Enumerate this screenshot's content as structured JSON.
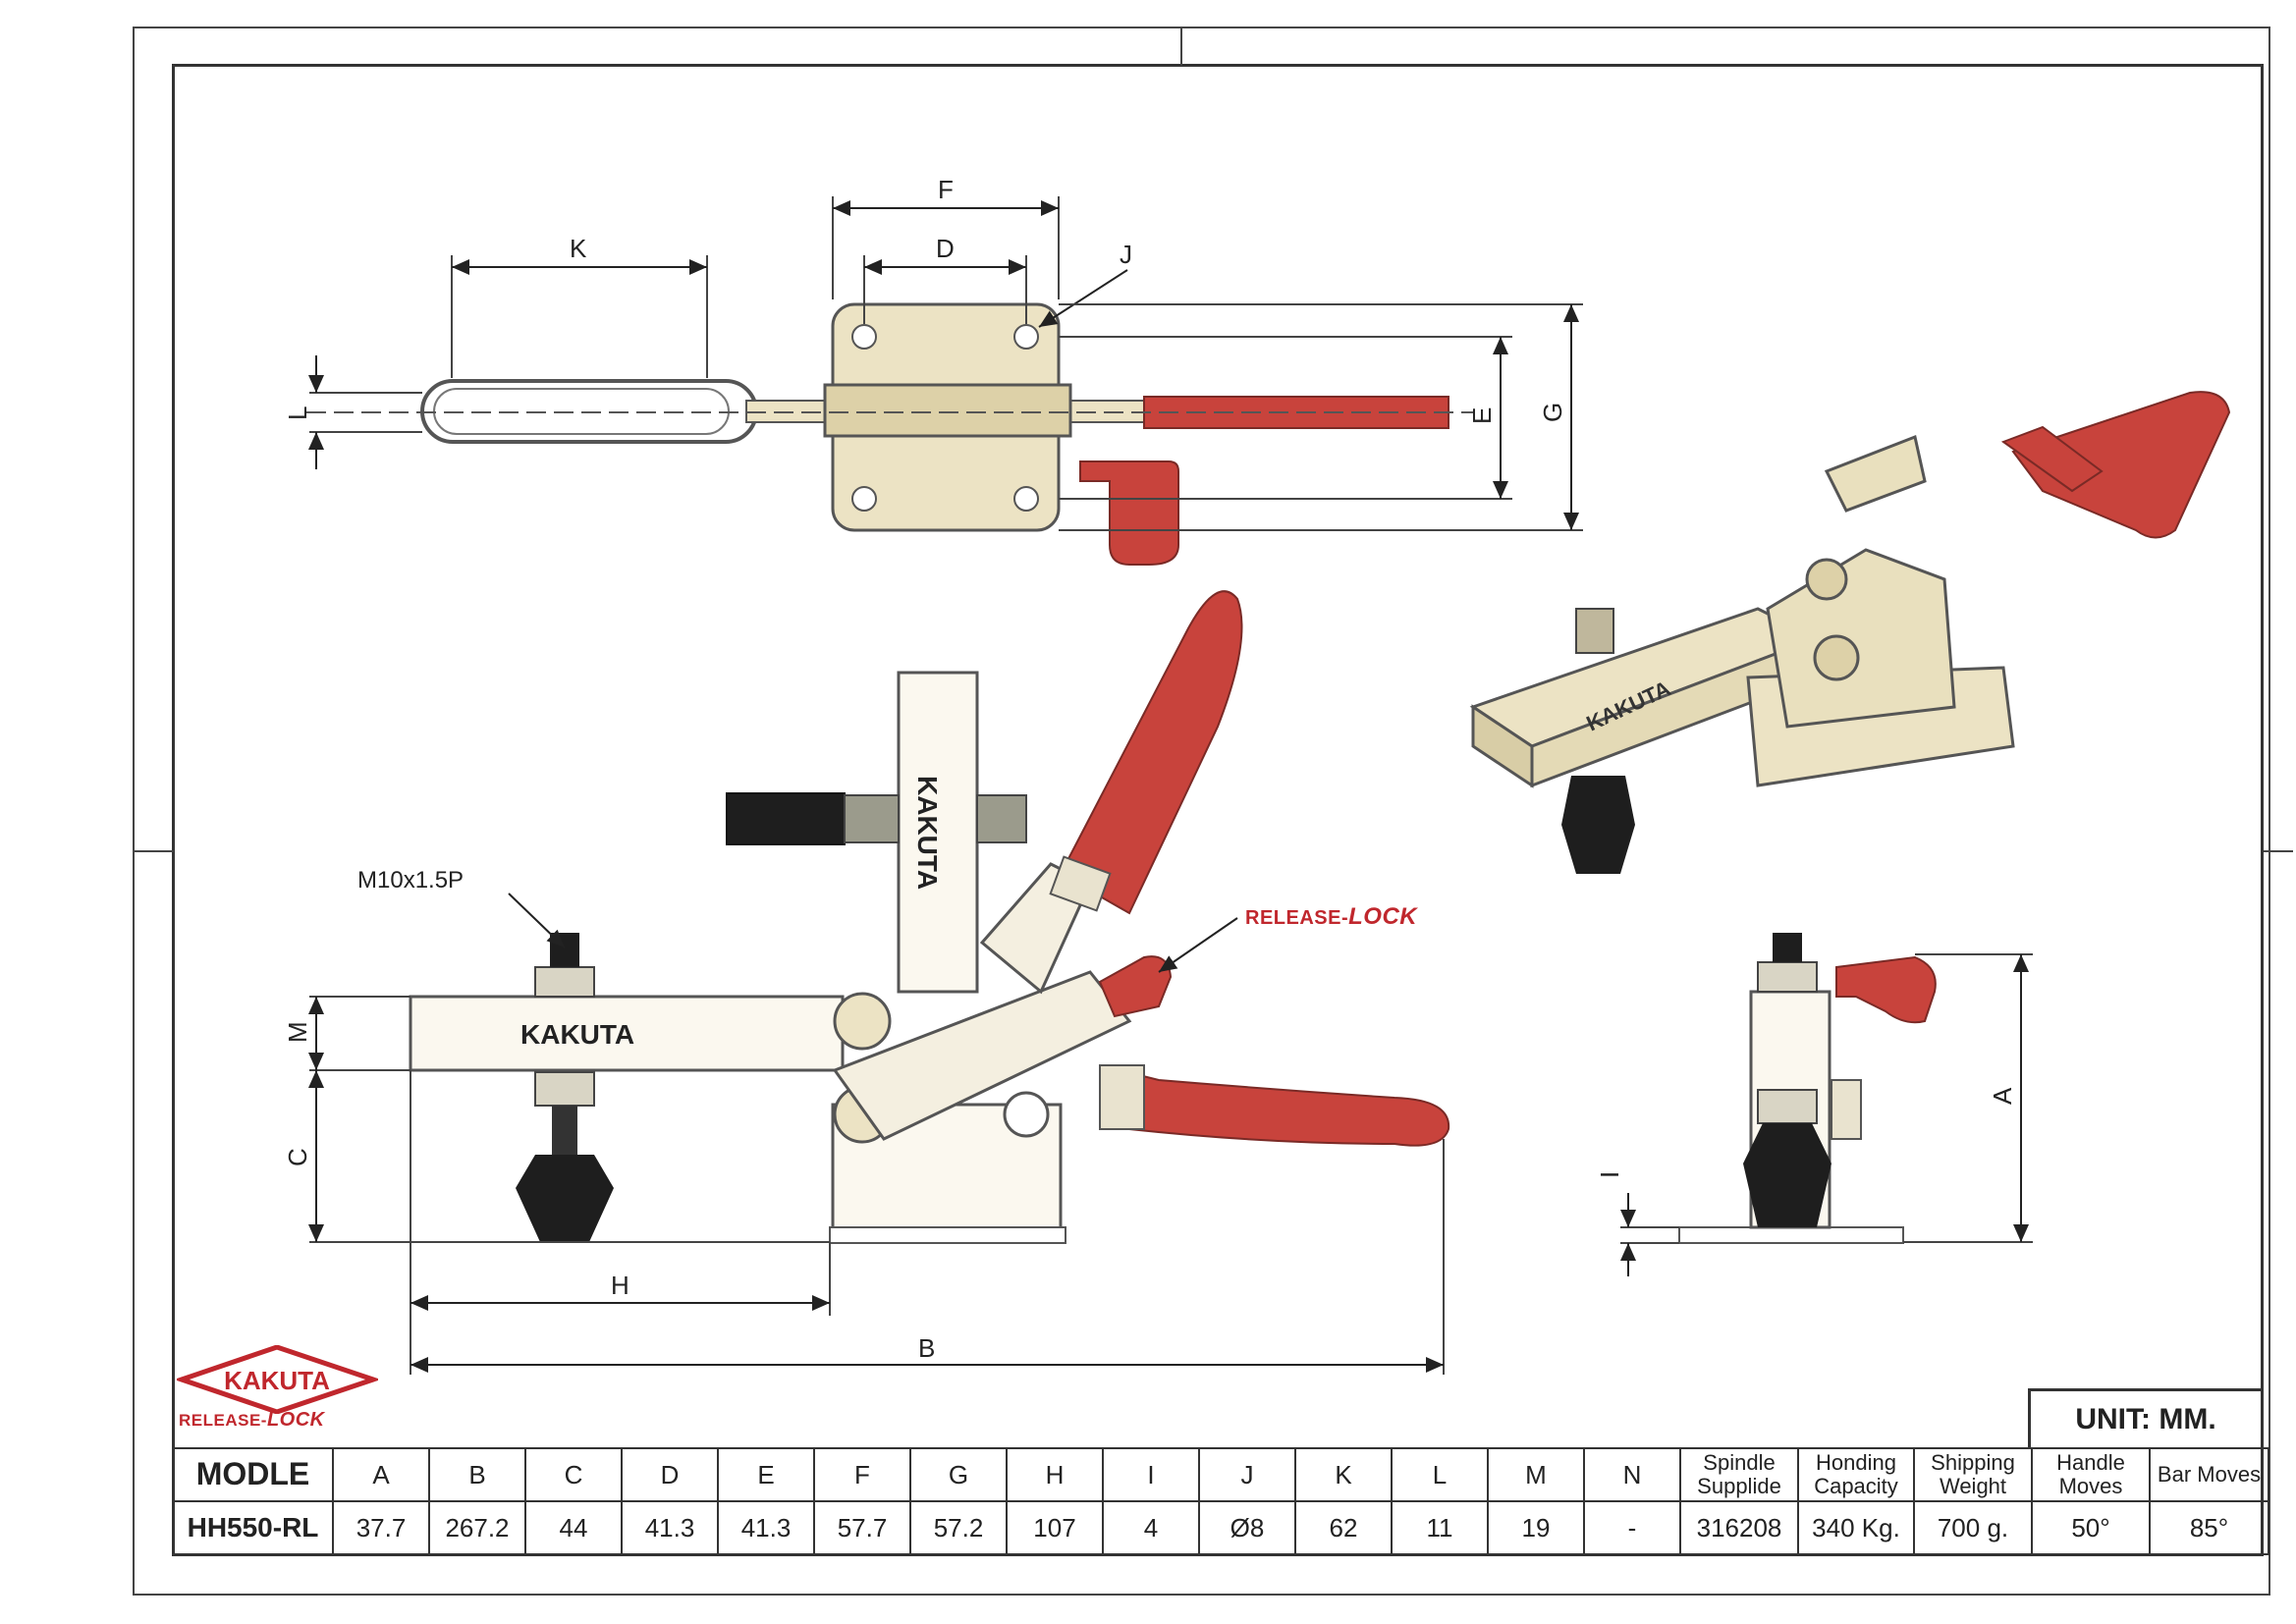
{
  "drawing": {
    "dimension_letters": {
      "top_view": [
        "F",
        "D",
        "K",
        "J",
        "L",
        "E",
        "G"
      ],
      "side_view": [
        "M",
        "C",
        "H",
        "B"
      ],
      "end_view": [
        "A",
        "I"
      ]
    },
    "thread_spec": "M10x1.5P",
    "brand_mark": "KAKUTA",
    "bar_marking": "KAKUTA",
    "release_lock_label": "RELEASE-",
    "release_lock_suffix": "LOCK",
    "colors": {
      "handle_red": "#c8433c",
      "body_metal": "#ece3c4",
      "rubber": "#1e1e1e",
      "logo_red": "#c0272d"
    }
  },
  "unit_label": "UNIT: MM.",
  "spec_table": {
    "headers": [
      "MODLE",
      "A",
      "B",
      "C",
      "D",
      "E",
      "F",
      "G",
      "H",
      "I",
      "J",
      "K",
      "L",
      "M",
      "N",
      "Spindle Supplide",
      "Honding Capacity",
      "Shipping Weight",
      "Handle Moves",
      "Bar Moves"
    ],
    "row": [
      "HH550-RL",
      "37.7",
      "267.2",
      "44",
      "41.3",
      "41.3",
      "57.7",
      "57.2",
      "107",
      "4",
      "Ø8",
      "62",
      "11",
      "19",
      "-",
      "316208",
      "340 Kg.",
      "700 g.",
      "50°",
      "85°"
    ]
  }
}
